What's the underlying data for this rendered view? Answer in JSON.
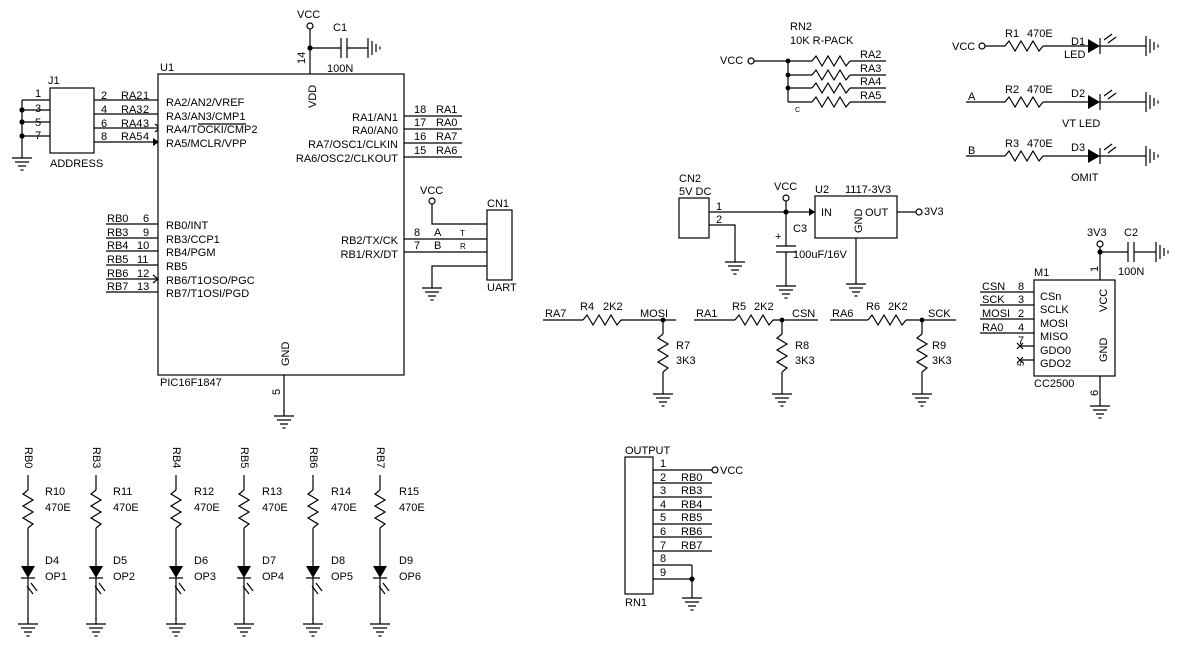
{
  "schematic": {
    "j1": {
      "ref": "J1",
      "name": "ADDRESS",
      "pins": [
        "2",
        "3",
        "4",
        "5",
        "6",
        "7",
        "8"
      ],
      "nets": [
        "RA2",
        "RA3",
        "RA4",
        "RA5"
      ],
      "netpins": [
        "1",
        "2",
        "3",
        "4"
      ]
    },
    "u1": {
      "ref": "U1",
      "part": "PIC16F1847",
      "vdd": "VDD",
      "gnd": "GND",
      "pin14": "14",
      "pin5": "5",
      "left": [
        "RA2/AN2/VREF",
        "RA3/AN3/CMP1",
        "RA4/TOCKI/CMP2",
        "RA5/MCLR/VPP",
        "RB0/INT",
        "RB3/CCP1",
        "RB4/PGM",
        "RB5",
        "RB6/T1OSO/PGC",
        "RB7/T1OSI/PGD"
      ],
      "leftnets": [
        "RB0",
        "RB3",
        "RB4",
        "RB5",
        "RB6",
        "RB7"
      ],
      "leftpins": [
        "6",
        "9",
        "10",
        "11",
        "12",
        "13"
      ],
      "right": [
        "RA1/AN1",
        "RA0/AN0",
        "RA7/OSC1/CLKIN",
        "RA6/OSC2/CLKOUT",
        "RB2/TX/CK",
        "RB1/RX/DT"
      ],
      "rightpins": [
        "18",
        "17",
        "16",
        "15",
        "8",
        "7"
      ],
      "rightnets": [
        "RA1",
        "RA0",
        "RA7",
        "RA6"
      ],
      "uartnets": [
        "A",
        "B"
      ]
    },
    "c1": {
      "ref": "C1",
      "value": "100N",
      "vcc": "VCC"
    },
    "cn1": {
      "ref": "CN1",
      "name": "UART",
      "vcc": "VCC",
      "pins": [
        "T",
        "R"
      ]
    },
    "rn2": {
      "ref": "RN2",
      "value": "10K R-PACK",
      "vcc": "VCC",
      "nets": [
        "RA2",
        "RA3",
        "RA4",
        "RA5"
      ],
      "c": "C"
    },
    "leds": [
      {
        "net": "VCC",
        "ref": "R1",
        "val": "470E",
        "d": "D1",
        "label": "LED"
      },
      {
        "net": "A",
        "ref": "R2",
        "val": "470E",
        "d": "D2",
        "label": "VT LED"
      },
      {
        "net": "B",
        "ref": "R3",
        "val": "470E",
        "d": "D3",
        "label": "OMIT"
      }
    ],
    "power": {
      "cn2": "CN2",
      "cn2val": "5V DC",
      "pin1": "1",
      "pin2": "2",
      "vcc": "VCC",
      "u2": "U2",
      "u2part": "1117-3V3",
      "in": "IN",
      "out": "OUT",
      "gnd": "GND",
      "v33": "3V3",
      "c3": "C3",
      "c3val": "100uF/16V",
      "plus": "+"
    },
    "dividers": [
      {
        "in": "RA7",
        "r1": "R4",
        "r1v": "2K2",
        "out": "MOSI",
        "r2": "R7",
        "r2v": "3K3"
      },
      {
        "in": "RA1",
        "r1": "R5",
        "r1v": "2K2",
        "out": "CSN",
        "r2": "R8",
        "r2v": "3K3"
      },
      {
        "in": "RA6",
        "r1": "R6",
        "r1v": "2K2",
        "out": "SCK",
        "r2": "R9",
        "r2v": "3K3"
      }
    ],
    "m1": {
      "ref": "M1",
      "part": "CC2500",
      "v33": "3V3",
      "c2": "C2",
      "c2val": "100N",
      "pin1": "1",
      "pin6": "6",
      "vcc": "VCC",
      "gnd": "GND",
      "nets": [
        "CSN",
        "SCK",
        "MOSI",
        "RA0"
      ],
      "pins": [
        "8",
        "3",
        "2",
        "4",
        "7",
        "5"
      ],
      "sigs": [
        "CSn",
        "SCLK",
        "MOSI",
        "MISO",
        "GDO0",
        "GDO2"
      ]
    },
    "outleds": [
      {
        "net": "RB0",
        "r": "R10",
        "rv": "470E",
        "d": "D4",
        "op": "OP1"
      },
      {
        "net": "RB3",
        "r": "R11",
        "rv": "470E",
        "d": "D5",
        "op": "OP2"
      },
      {
        "net": "RB4",
        "r": "R12",
        "rv": "470E",
        "d": "D6",
        "op": "OP3"
      },
      {
        "net": "RB5",
        "r": "R13",
        "rv": "470E",
        "d": "D7",
        "op": "OP4"
      },
      {
        "net": "RB6",
        "r": "R14",
        "rv": "470E",
        "d": "D8",
        "op": "OP5"
      },
      {
        "net": "RB7",
        "r": "R15",
        "rv": "470E",
        "d": "D9",
        "op": "OP6"
      }
    ],
    "rn1": {
      "ref": "RN1",
      "name": "OUTPUT",
      "pins": [
        "1",
        "2",
        "3",
        "4",
        "5",
        "6",
        "7",
        "8",
        "9"
      ],
      "nets": [
        "VCC",
        "RB0",
        "RB3",
        "RB4",
        "RB5",
        "RB6",
        "RB7"
      ]
    }
  }
}
